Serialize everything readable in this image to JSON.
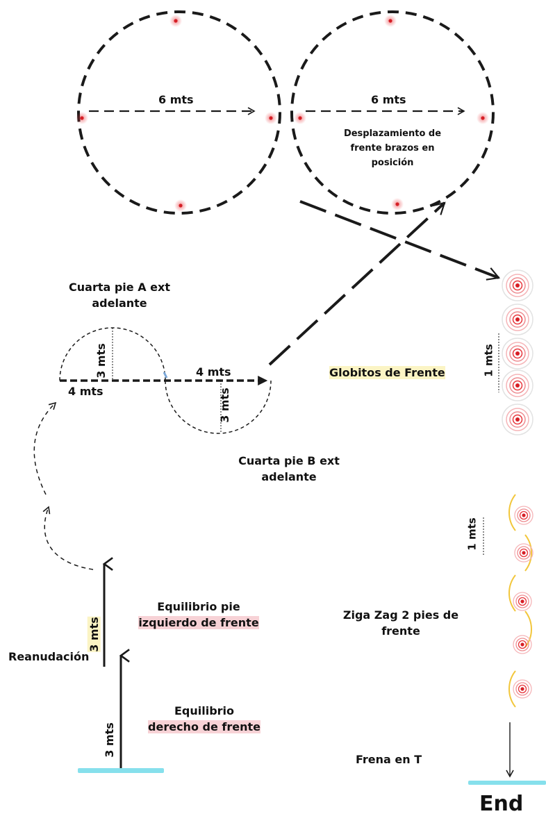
{
  "labels": {
    "top_left_dim": "6 mts",
    "top_right_dim": "6 mts",
    "desplazamiento": [
      "Desplazamiento de",
      "frente brazos en",
      "posición"
    ],
    "cuarta_a": [
      "Cuarta pie A ext",
      "adelante"
    ],
    "cuarta_b": [
      "Cuarta pie B ext",
      "adelante"
    ],
    "dim_4_upper": "4 mts",
    "dim_4_lower": "4 mts",
    "dim_3_upper": "3 mts",
    "dim_3_lower": "3 mts",
    "globitos": "Globitos de Frente",
    "globitos_dim": "1 mts",
    "zigzag": [
      "Ziga Zag 2 pies de",
      "frente"
    ],
    "zigzag_dim": "1 mts",
    "equilibrio_izq": [
      "Equilibrio pie",
      "izquierdo de frente"
    ],
    "equilibrio_izq_dim": "3 mts",
    "reanudacion": "Reanudación",
    "equilibrio_der": [
      "Equilibrio",
      "derecho de frente"
    ],
    "equilibrio_der_dim": "3 mts",
    "frena": "Frena en T",
    "end": "End"
  },
  "colors": {
    "line": "#1a1a1a",
    "cone": "#e8343a",
    "start_bar": "#86e0ec",
    "highlight_yellow": "#fbf4c4",
    "highlight_pink": "#f7d2d6",
    "zigzag_arc": "#f2c63b"
  }
}
